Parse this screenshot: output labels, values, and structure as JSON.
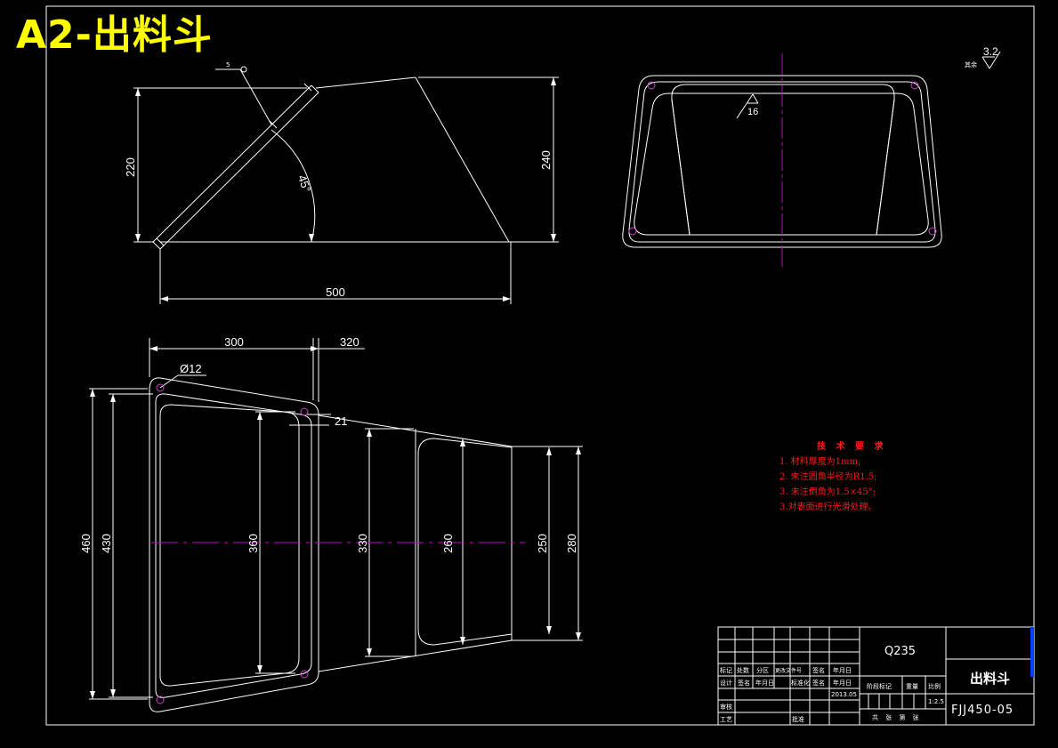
{
  "sheet": {
    "title": "A2-出料斗"
  },
  "roughness": {
    "label": "其余",
    "value": "3.2"
  },
  "top_view": {
    "weld_symbol": "5",
    "dimensions": {
      "left_height": "220",
      "right_height": "240",
      "angle": "45°",
      "length": "500"
    }
  },
  "flange_view": {
    "thickness_label": "16"
  },
  "front_view": {
    "dimensions": {
      "width_outer": "300",
      "width_flange": "320",
      "hole_diameter": "Ø12",
      "corner": "21",
      "h460": "460",
      "h430": "430",
      "h360": "360",
      "h330": "330",
      "h260": "260",
      "h250": "250",
      "h280": "280"
    }
  },
  "technical_requirements": {
    "title": "技 术 要 求",
    "items": [
      "1. 材料厚度为1mm;",
      "2. 未注圆角半径为R1.5;",
      "3. 未注倒角为1.5×45°;",
      "3.对表面进行光滑处理。"
    ]
  },
  "title_block": {
    "material": "Q235",
    "part_name": "出料斗",
    "drawing_number": "FJJ450-05",
    "date": "2013.05",
    "scale": "1:2.5",
    "headers_row1": [
      "标记",
      "处数",
      "分区",
      "更改文件号",
      "签名",
      "年月日"
    ],
    "headers_row2": [
      "设计",
      "签名",
      "年月日",
      "标准化",
      "签名",
      "年月日"
    ],
    "stage_label": "阶段标记",
    "weight_label": "重量",
    "scale_label": "比例",
    "reviewer_label": "审核",
    "process_label": "工艺",
    "approve_label": "批准",
    "sheets_label": "共 张 第 张"
  }
}
